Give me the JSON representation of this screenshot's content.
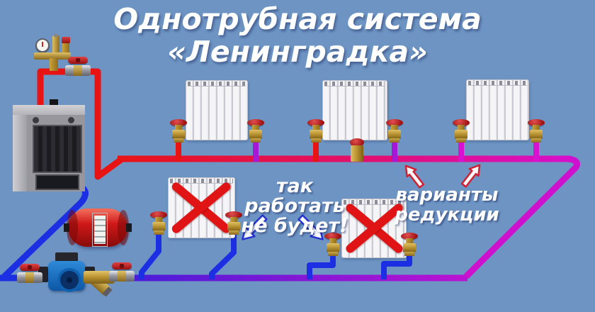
{
  "title": {
    "line1": "Однотрубная система",
    "line2": "«Ленинградка»"
  },
  "notes": {
    "wont_work_line1": "так работать",
    "wont_work_line2": "не будет!",
    "reduction_line1": "варианты",
    "reduction_line2": "редукции"
  },
  "colors": {
    "background": "#6d94c3",
    "supply_hot": "#e81414",
    "main_crimson": "#e30f72",
    "main_magenta": "#d60fd0",
    "diag_magenta": "#ce11cf",
    "return_violet": "#4a1cd8",
    "return_violet2": "#bb12d2",
    "return_blue": "#1c2fe2",
    "riser_purple": "#a617d6",
    "riser_magenta": "#d912d2",
    "cross_red": "#e01414",
    "arrow_blue": "#2633cc",
    "arrow_red": "#cc2233",
    "tank_red": "#d01818",
    "brass": "#b8912f",
    "pump_blue": "#1668b8",
    "text_white": "#ffffff"
  }
}
